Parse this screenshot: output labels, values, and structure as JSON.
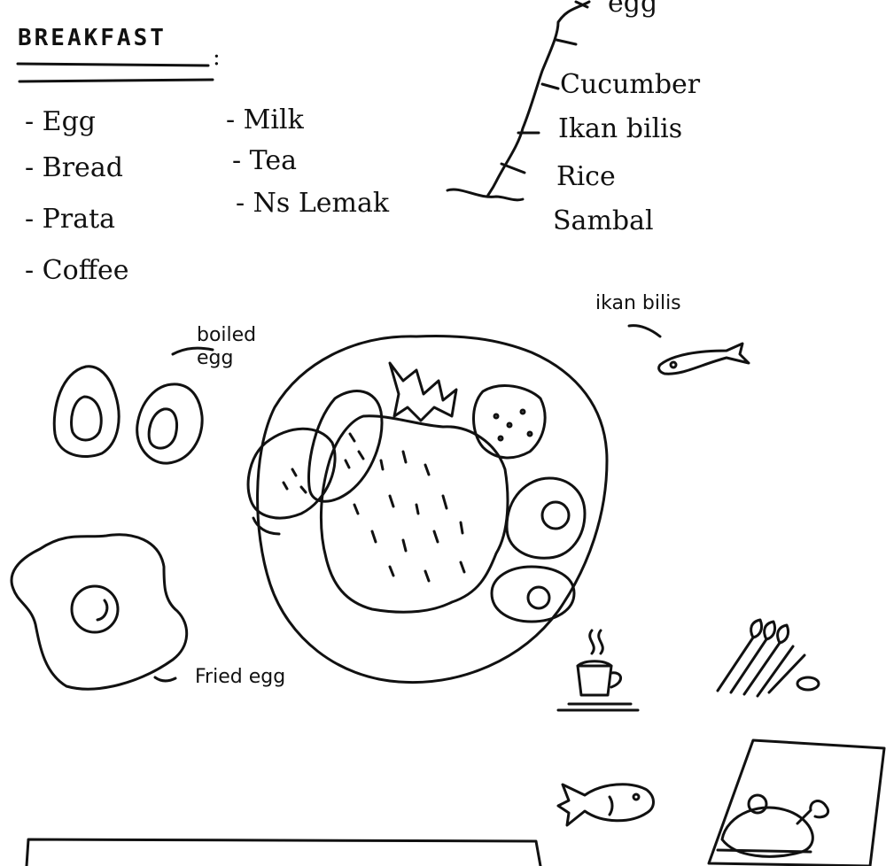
{
  "heading": "BREAKFAST",
  "heading_suffix": ":",
  "list_left": [
    "- Egg",
    "- Bread",
    "- Prata",
    "- Coffee"
  ],
  "list_right": [
    "- Milk",
    "- Tea",
    "- Ns Lemak"
  ],
  "tree_items": [
    "egg",
    "Cucumber",
    "Ikan bilis",
    "Rice",
    "Sambal"
  ],
  "sketch_labels": {
    "ikan_bilis": "ikan bilis",
    "boiled_egg": "boiled egg",
    "fried_egg": "Fried egg"
  },
  "icons": [
    "boiled-egg-icon",
    "fried-egg-icon",
    "nasi-lemak-plate-icon",
    "anchovy-icon",
    "coffee-cup-icon",
    "rice-stalks-icon",
    "fish-icon",
    "roast-chicken-icon"
  ]
}
